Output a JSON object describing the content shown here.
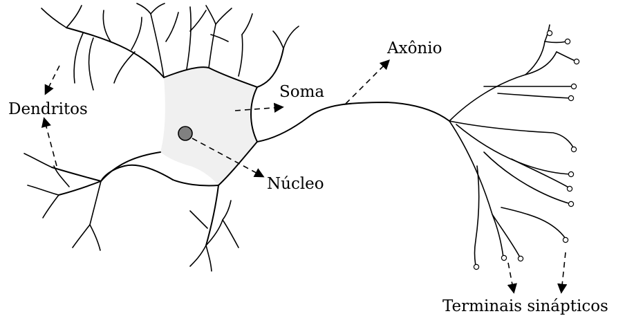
{
  "labels": {
    "dendrites": "Dendritos",
    "soma": "Soma",
    "axon": "Axônio",
    "nucleus": "Núcleo",
    "terminals": "Terminais sinápticos"
  },
  "colors": {
    "stroke": "#000000",
    "soma_fill": "#f0f0f0",
    "nucleus_fill": "#808080",
    "background": "#ffffff"
  }
}
